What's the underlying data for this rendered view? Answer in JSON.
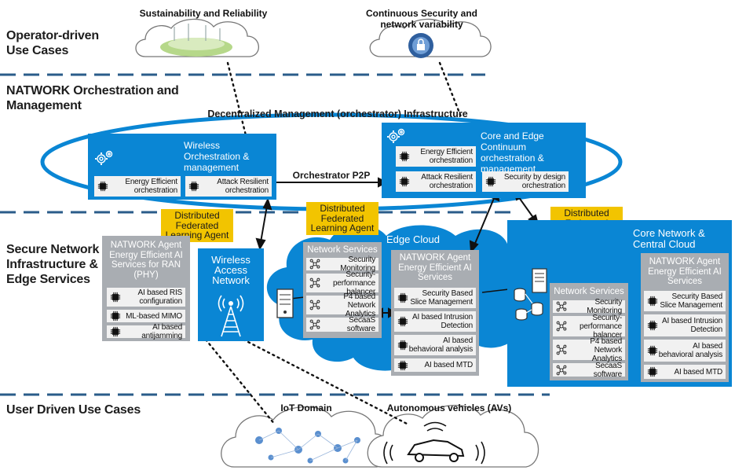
{
  "sections": {
    "operator": "Operator-driven Use Cases",
    "orchestration": "NATWORK Orchestration and Management",
    "secure": "Secure Network Infrastructure & Edge Services",
    "user": "User Driven Use Cases"
  },
  "clouds": {
    "sustainability": "Sustainability and Reliability",
    "security": "Continuous Security and network variability",
    "iot": "IoT Domain",
    "av": "Autonomous vehicles (AVs)"
  },
  "orchestration": {
    "decentralized": "Decentralized Management (orchestrator) Infrastructure",
    "p2p": "Orchestrator P2P",
    "wireless": {
      "title": "Wireless Orchestration & management",
      "items": [
        "Energy Efficient orchestration",
        "Attack Resilient orchestration"
      ]
    },
    "core_edge": {
      "title": "Core and Edge Continuum orchestration & management",
      "items": [
        "Energy Efficient orchestration",
        "Attack Resilient orchestration",
        "Security by design orchestration"
      ]
    }
  },
  "agent_label": "Distributed Federated Learning Agent",
  "ran": {
    "title": "NATWORK Agent Energy Efficient AI Services for RAN (PHY)",
    "items": [
      "AI based RIS configuration",
      "ML-based MIMO",
      "AI based antijamming"
    ]
  },
  "wan": "Wireless Access Network",
  "edge_cloud": {
    "label": "Edge Cloud",
    "services_title": "Network Services",
    "services": [
      "Security Monitoring",
      "Security-performance balancer",
      "P4 based Network Analytics",
      "SecaaS software"
    ],
    "agent_title": "NATWORK Agent Energy Efficient AI Services",
    "agent_items": [
      "Security Based Slice Management",
      "AI based Intrusion Detection",
      "AI based behavioral analysis",
      "AI based MTD"
    ]
  },
  "core_cloud": {
    "label": "Core Network & Central Cloud",
    "services_title": "Network Services",
    "services": [
      "Security Monitoring",
      "Security-performance balancer",
      "P4 based Network Analytics",
      "SecaaS software"
    ],
    "agent_title": "NATWORK Agent Energy Efficient AI Services",
    "agent_items": [
      "Security Based Slice Management",
      "AI based Intrusion Detection",
      "AI based behavioral analysis",
      "AI based MTD"
    ]
  },
  "colors": {
    "blue": "#0a86d4",
    "gray": "#a9adb2",
    "yellow": "#f2c400",
    "dash": "#2a5c8a"
  }
}
